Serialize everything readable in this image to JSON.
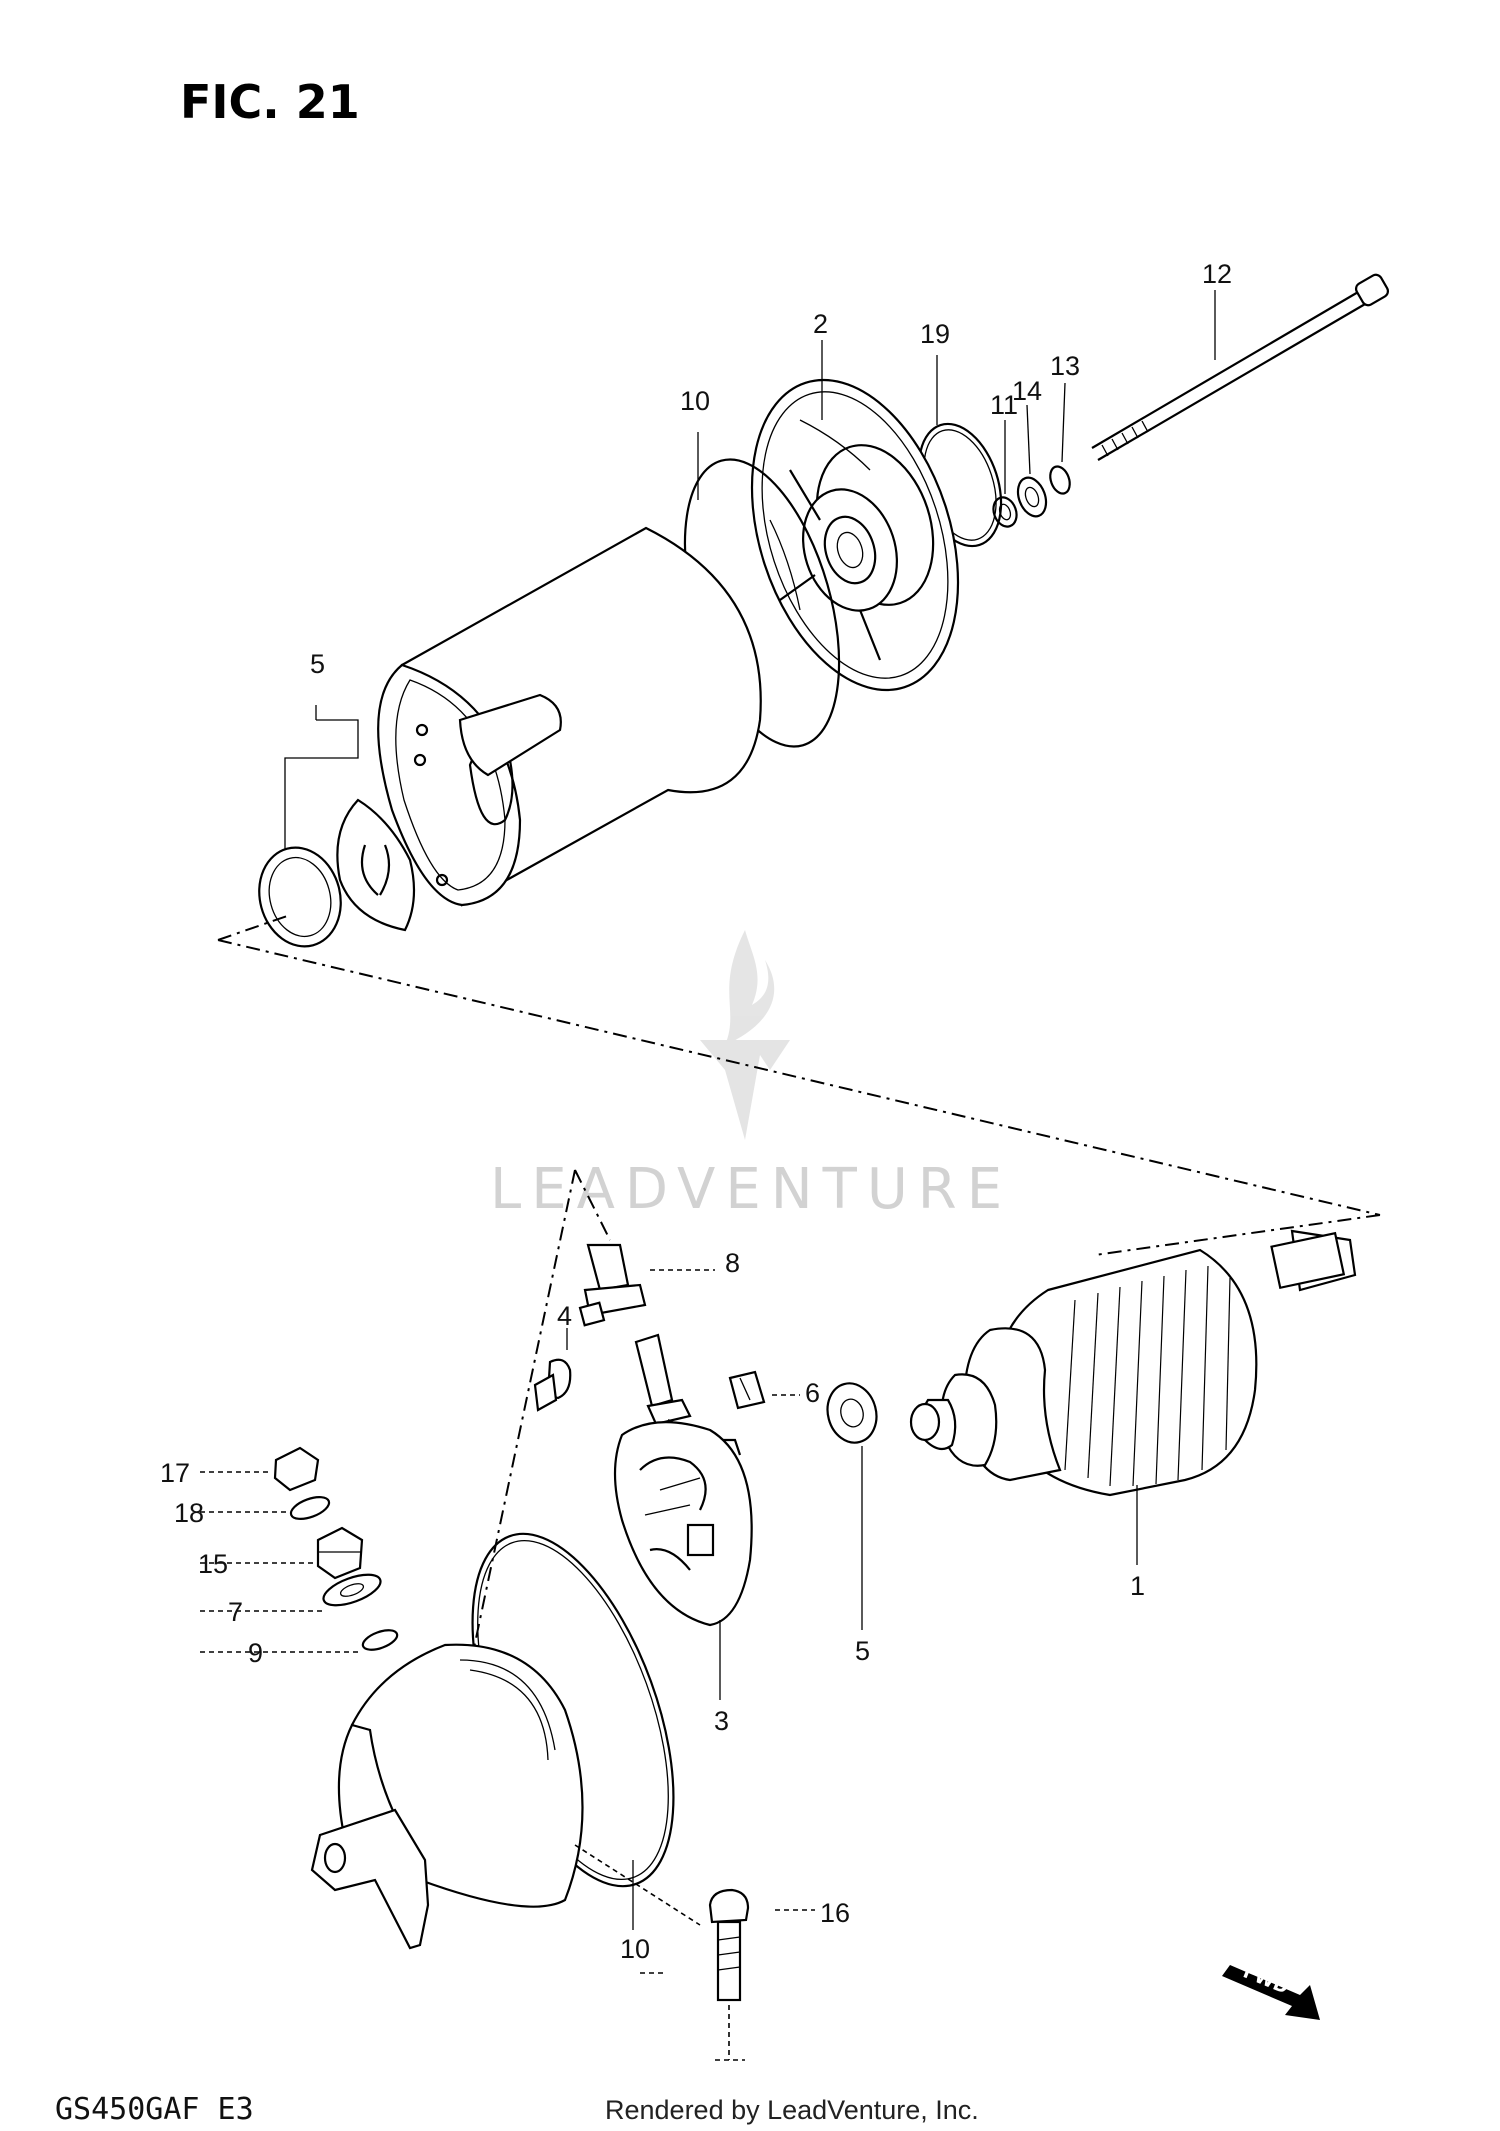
{
  "figure": {
    "title": "FIC. 21",
    "model_code": "GS450GAF E3",
    "credit": "Rendered by LeadVenture, Inc.",
    "watermark": "LEADVENTURE",
    "fwd_label": "FWD"
  },
  "callouts": {
    "c1": "1",
    "c2": "2",
    "c3": "3",
    "c4": "4",
    "c5a": "5",
    "c5b": "5",
    "c6": "6",
    "c7": "7",
    "c8": "8",
    "c9": "9",
    "c10a": "10",
    "c10b": "10",
    "c11": "11",
    "c12": "12",
    "c13": "13",
    "c14": "14",
    "c15": "15",
    "c16": "16",
    "c17": "17",
    "c18": "18",
    "c19": "19"
  }
}
